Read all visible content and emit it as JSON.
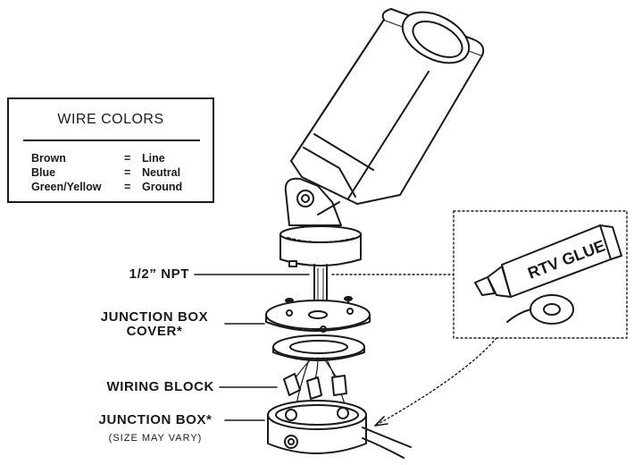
{
  "legend": {
    "title": "WIRE COLORS",
    "rows": [
      {
        "color": "Brown",
        "eq": "=",
        "function": "Line"
      },
      {
        "color": "Blue",
        "eq": "=",
        "function": "Neutral"
      },
      {
        "color": "Green/Yellow",
        "eq": "=",
        "function": "Ground"
      }
    ]
  },
  "callouts": {
    "npt": "1/2” NPT",
    "cover_line1": "JUNCTION BOX",
    "cover_line2": "COVER*",
    "wiring_block": "WIRING BLOCK",
    "junction_box": "JUNCTION BOX*",
    "junction_box_note": "(SIZE MAY VARY)"
  },
  "inset": {
    "tube_label": "RTV GLUE"
  }
}
